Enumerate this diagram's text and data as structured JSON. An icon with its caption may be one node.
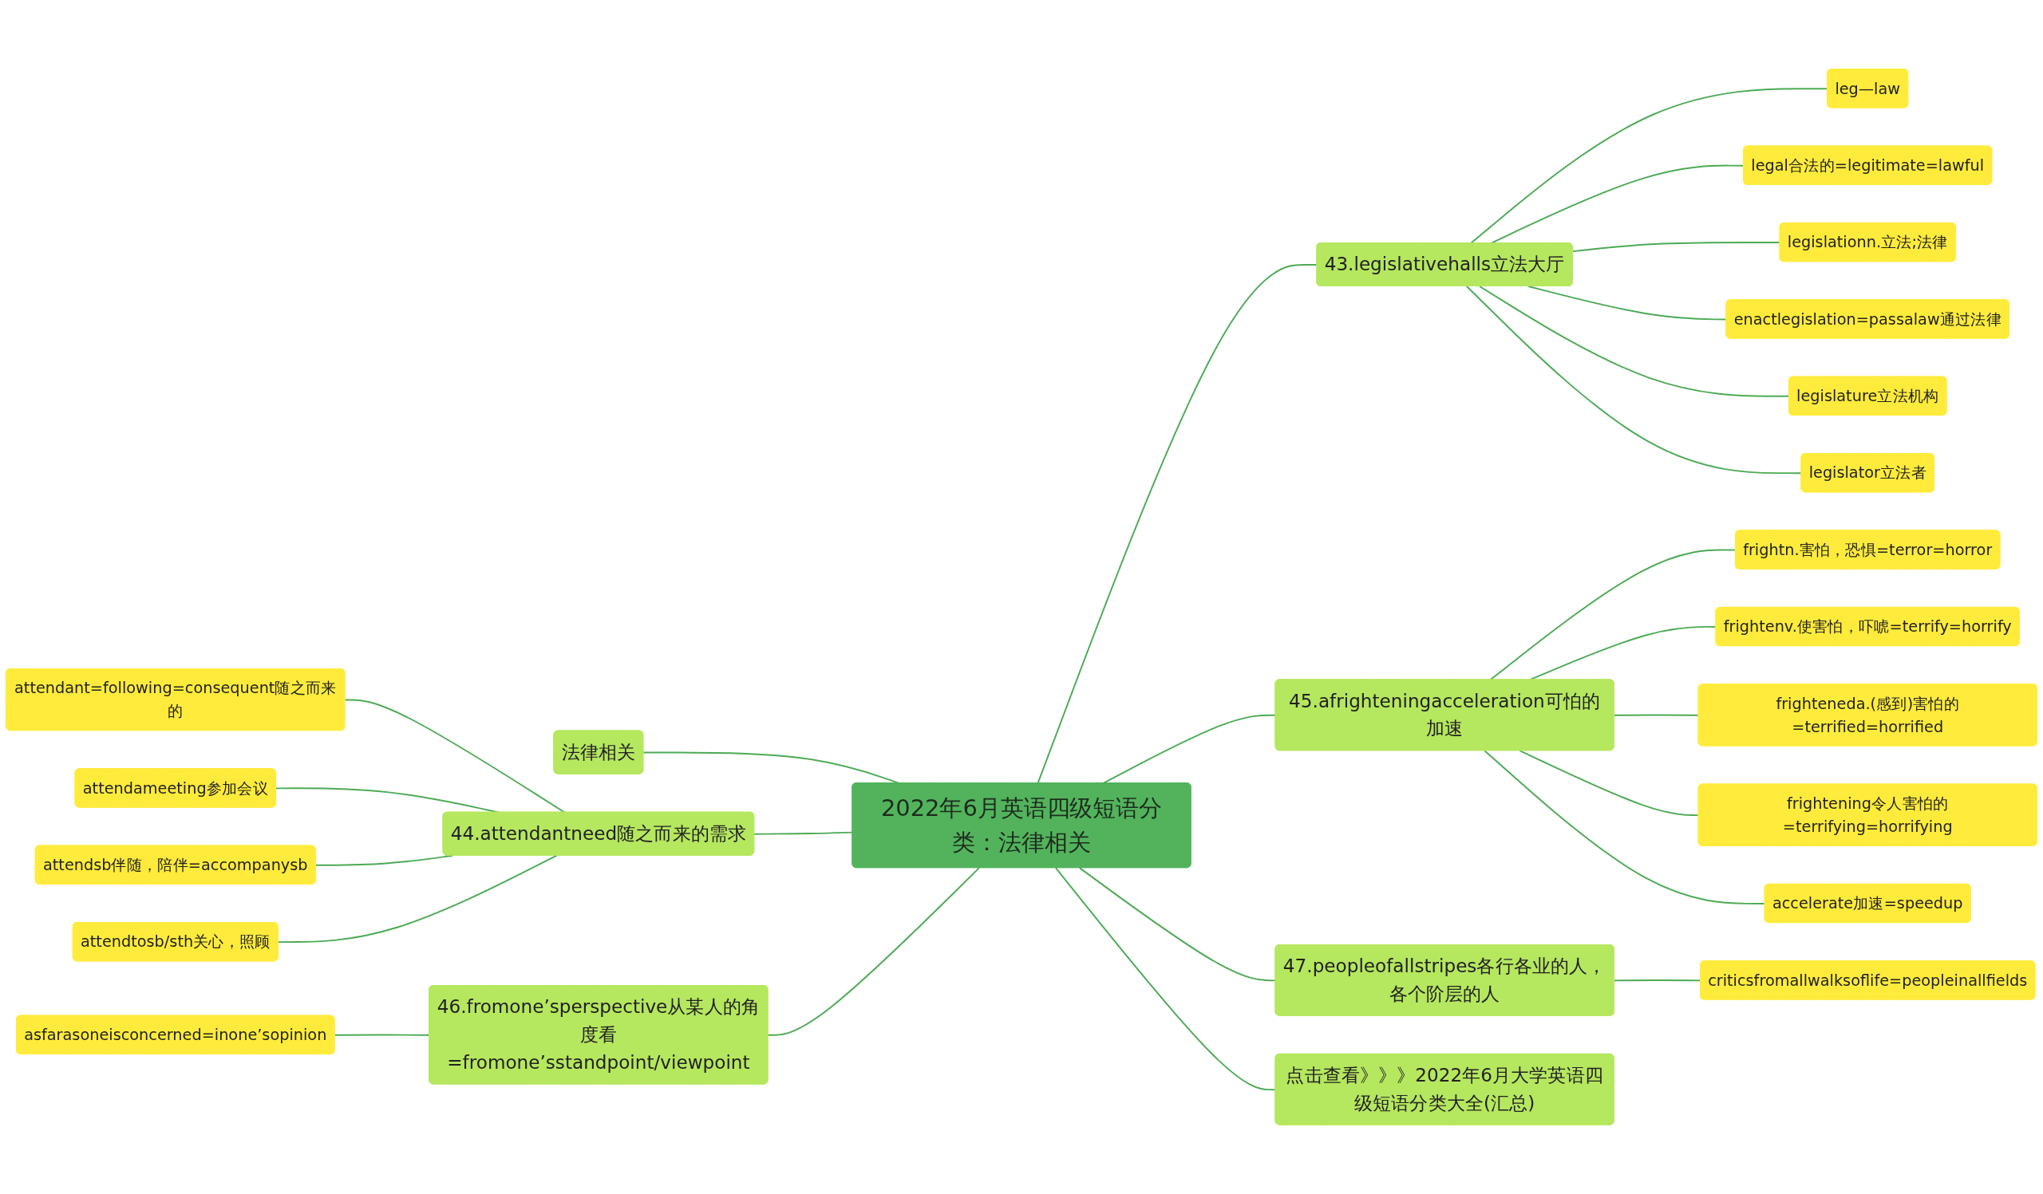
{
  "diagram": {
    "nodes": [
      {
        "text": [
          "2022年6月英语四级短语分类：法律相关"
        ]
      },
      {
        "text": [
          "法律相关"
        ]
      },
      {
        "text": [
          "44.attendantneed随之而来的需求"
        ]
      },
      {
        "text": [
          "attendant=following=consequent随之而来的"
        ]
      },
      {
        "text": [
          "attendameeting参加会议"
        ]
      },
      {
        "text": [
          "attendsb伴随，陪伴=accompanysb"
        ]
      },
      {
        "text": [
          "attendtosb/sth关心，照顾"
        ]
      },
      {
        "text": [
          "46.fromone’sperspective从某人的角度看=fromone’sstandpoint/viewpoint"
        ]
      },
      {
        "text": [
          "asfarasoneisconcerned=inone’sopinion"
        ]
      },
      {
        "text": [
          "点击查看》》》2022年6月大学英语四级短语分类大全(汇总)"
        ]
      },
      {
        "text": [
          "43.legislativehalls立法大厅"
        ]
      },
      {
        "text": [
          "leg—law"
        ]
      },
      {
        "text": [
          "legal合法的=legitimate=lawful"
        ]
      },
      {
        "text": [
          "legislationn.立法;法律"
        ]
      },
      {
        "text": [
          "enactlegislation=passalaw通过法律"
        ]
      },
      {
        "text": [
          "legislature立法机构"
        ]
      },
      {
        "text": [
          "legislator立法者"
        ]
      },
      {
        "text": [
          "45.afrighteningacceleration可怕的加速"
        ]
      },
      {
        "text": [
          "frightn.害怕，恐惧=terror=horror"
        ]
      },
      {
        "text": [
          "frightenv.使害怕，吓唬=terrify=horrify"
        ]
      },
      {
        "text": [
          "frighteneda.(感到)害怕的=terrified=horrified"
        ]
      },
      {
        "text": [
          "frightening令人害怕的=terrifying=horrifying"
        ]
      },
      {
        "text": [
          "accelerate加速=speedup"
        ]
      },
      {
        "text": [
          "47.peopleofallstripes各行各业的人，各个阶层的人"
        ]
      },
      {
        "text": [
          "criticsfromallwalksoflife=peopleinallfields"
        ]
      }
    ],
    "edges": [
      {
        "from": 0,
        "to": 1,
        "arrow": "none"
      },
      {
        "from": 0,
        "to": 2,
        "arrow": "none"
      },
      {
        "from": 2,
        "to": 3,
        "arrow": "none"
      },
      {
        "from": 2,
        "to": 4,
        "arrow": "none"
      },
      {
        "from": 2,
        "to": 5,
        "arrow": "none"
      },
      {
        "from": 2,
        "to": 6,
        "arrow": "none"
      },
      {
        "from": 0,
        "to": 7,
        "arrow": "none"
      },
      {
        "from": 7,
        "to": 8,
        "arrow": "none"
      },
      {
        "from": 0,
        "to": 9,
        "arrow": "none"
      },
      {
        "from": 0,
        "to": 10,
        "arrow": "none"
      },
      {
        "from": 10,
        "to": 11,
        "arrow": "none"
      },
      {
        "from": 10,
        "to": 12,
        "arrow": "none"
      },
      {
        "from": 10,
        "to": 13,
        "arrow": "none"
      },
      {
        "from": 10,
        "to": 14,
        "arrow": "none"
      },
      {
        "from": 10,
        "to": 15,
        "arrow": "none"
      },
      {
        "from": 10,
        "to": 16,
        "arrow": "none"
      },
      {
        "from": 0,
        "to": 17,
        "arrow": "none"
      },
      {
        "from": 17,
        "to": 18,
        "arrow": "none"
      },
      {
        "from": 17,
        "to": 19,
        "arrow": "none"
      },
      {
        "from": 17,
        "to": 20,
        "arrow": "none"
      },
      {
        "from": 17,
        "to": 21,
        "arrow": "none"
      },
      {
        "from": 17,
        "to": 22,
        "arrow": "none"
      },
      {
        "from": 0,
        "to": 23,
        "arrow": "none"
      },
      {
        "from": 23,
        "to": 24,
        "arrow": "none"
      }
    ]
  }
}
